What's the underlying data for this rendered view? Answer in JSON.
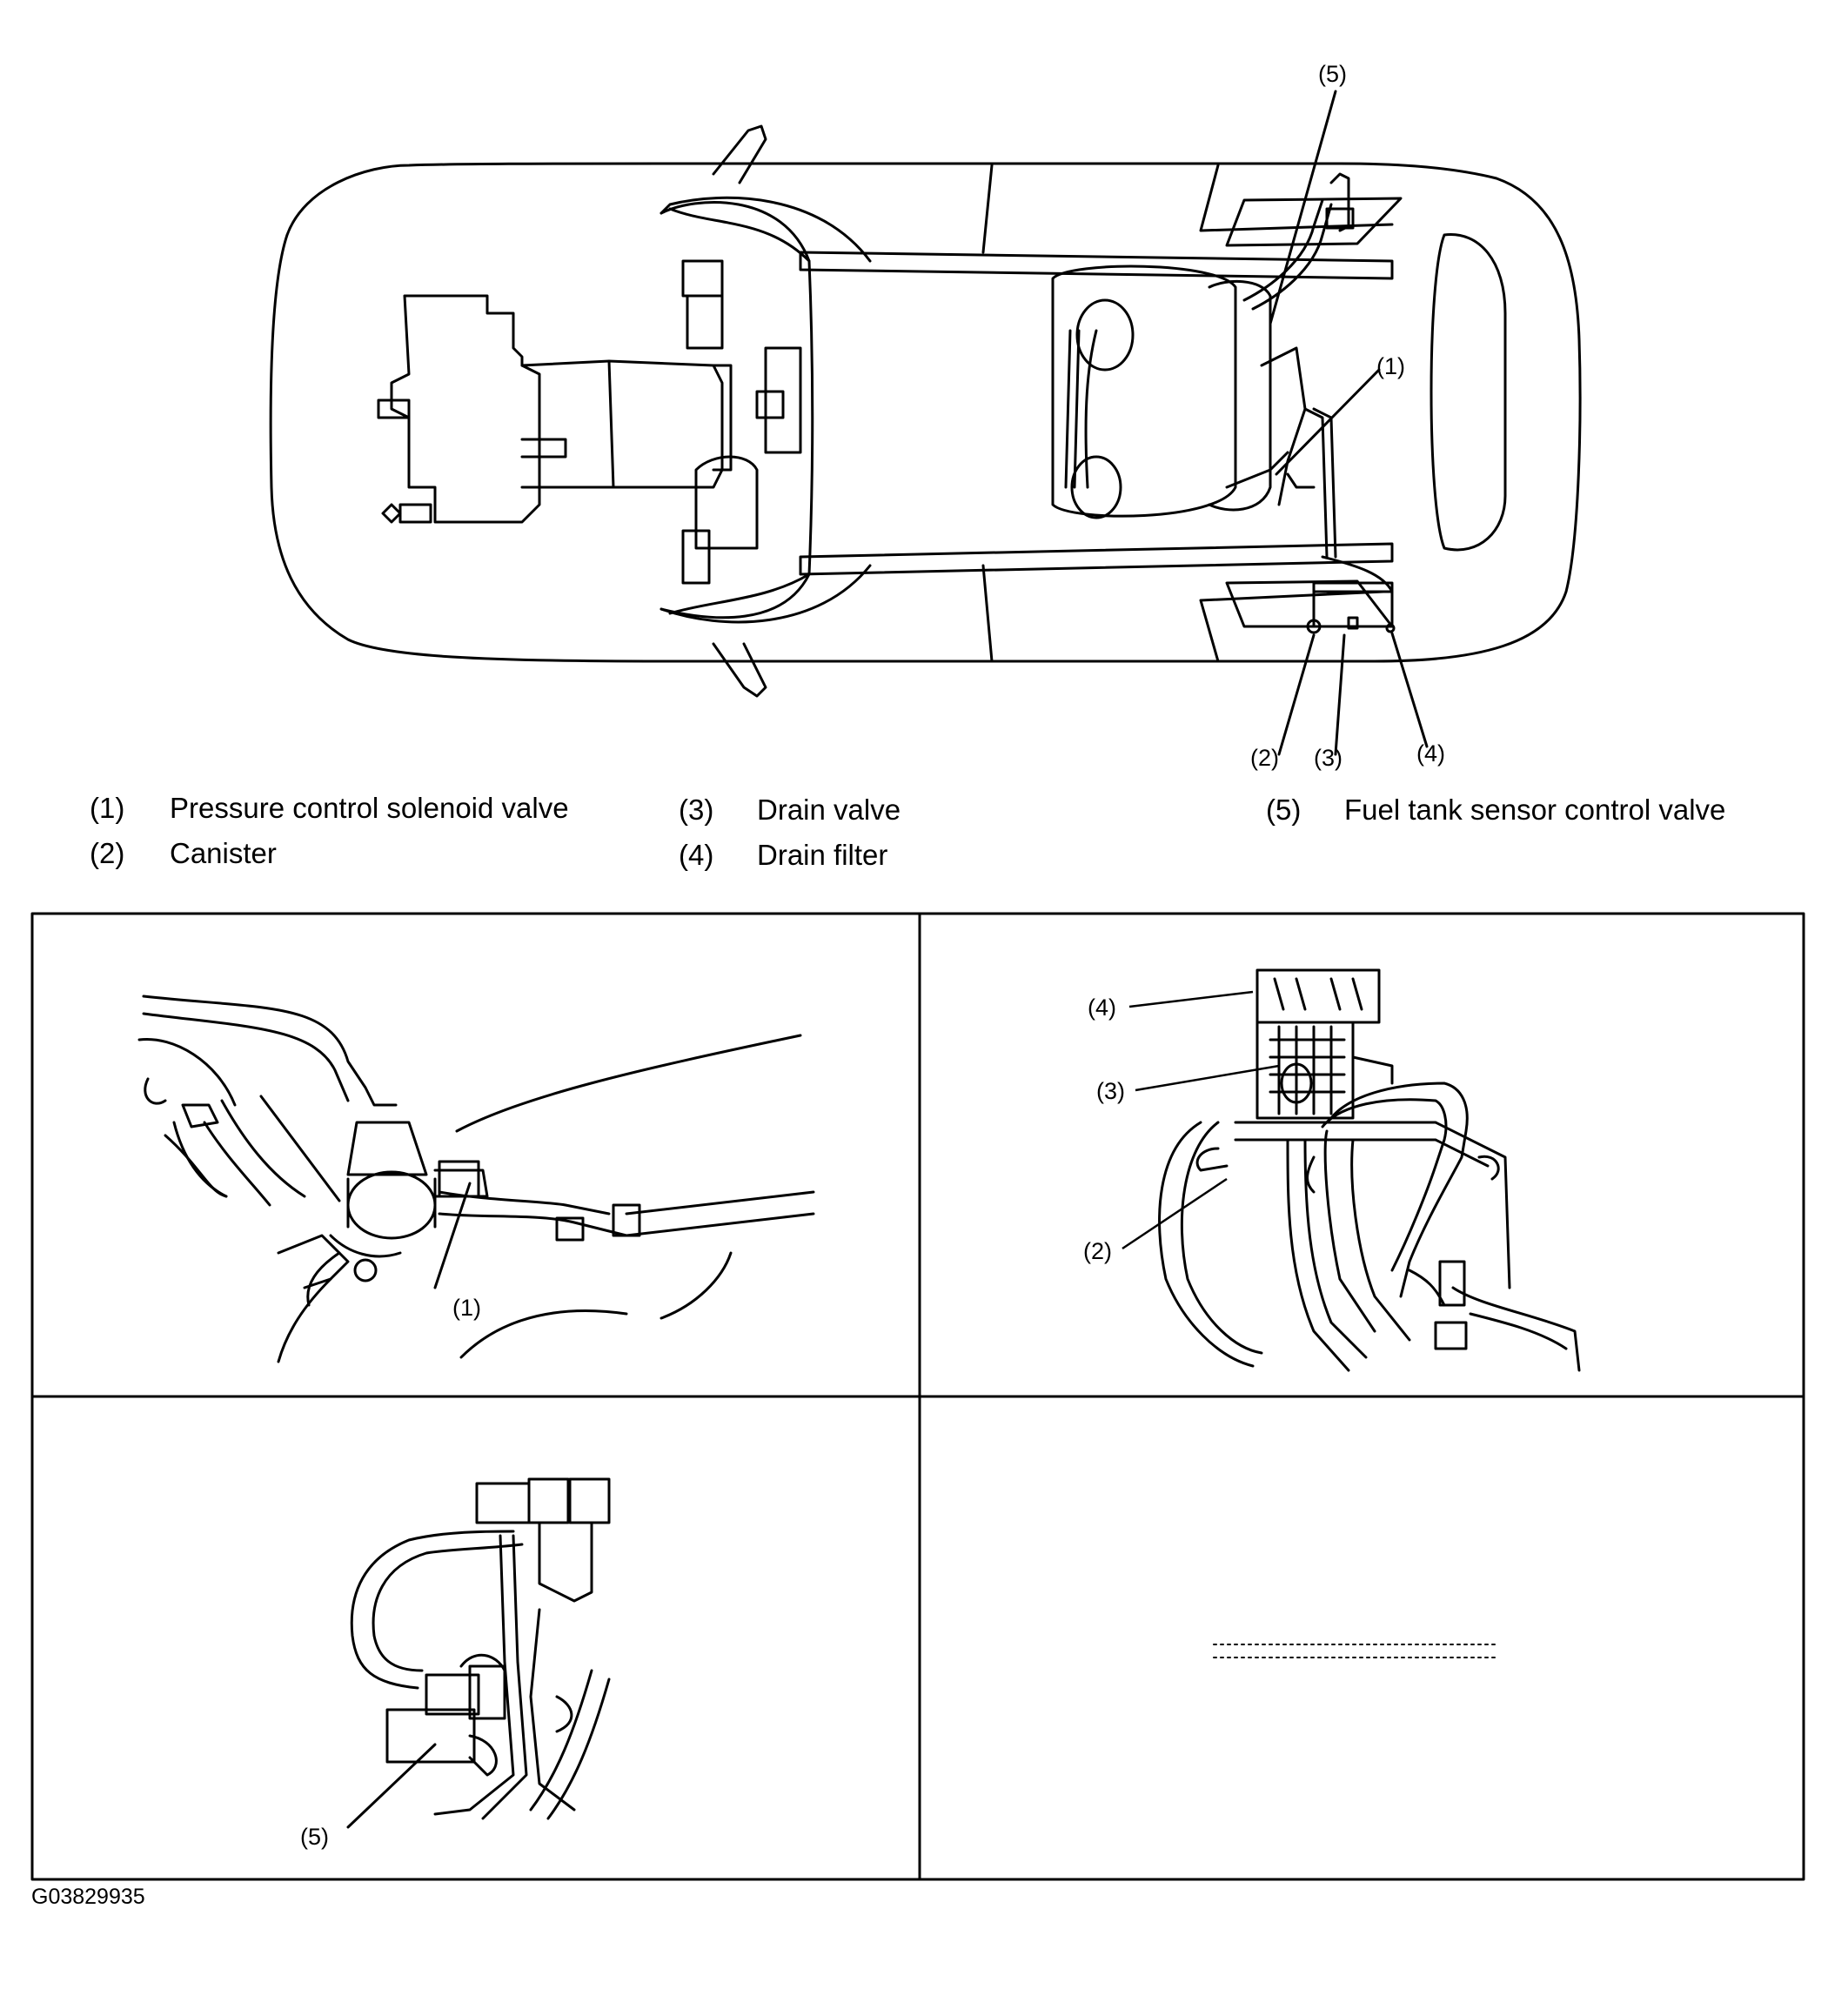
{
  "callouts": {
    "c1": "(1)",
    "c2": "(2)",
    "c3": "(3)",
    "c4": "(4)",
    "c5": "(5)"
  },
  "legend": [
    {
      "num": "(1)",
      "text": "Pressure control solenoid valve"
    },
    {
      "num": "(2)",
      "text": "Canister"
    },
    {
      "num": "(3)",
      "text": "Drain valve"
    },
    {
      "num": "(4)",
      "text": "Drain filter"
    },
    {
      "num": "(5)",
      "text": "Fuel tank sensor control valve"
    }
  ],
  "figure_code": "G03829935"
}
